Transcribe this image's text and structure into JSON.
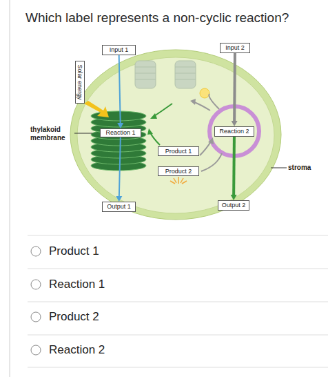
{
  "diagram": {
    "title": "Which label represents a non-cyclic reaction?",
    "nodes": [
      {
        "text": [
          "Input 1"
        ]
      },
      {
        "text": [
          "Input 2"
        ]
      },
      {
        "text": [
          "Reaction 1"
        ]
      },
      {
        "text": [
          "Reaction 2"
        ]
      },
      {
        "text": [
          "Product 1"
        ]
      },
      {
        "text": [
          "Product 2"
        ]
      },
      {
        "text": [
          "Output 1"
        ]
      },
      {
        "text": [
          "Output 2"
        ]
      }
    ],
    "edges": [
      {
        "from": 0,
        "to": 2,
        "arrow": "to"
      },
      {
        "from": 2,
        "to": 6,
        "arrow": "to"
      },
      {
        "from": 1,
        "to": 3,
        "arrow": "to"
      },
      {
        "from": 3,
        "to": 7,
        "arrow": "to"
      }
    ],
    "labels": [
      "Solar energy",
      "thylakoid membrane",
      "stroma",
      "Product 1",
      "Reaction 1",
      "Product 2",
      "Reaction 2"
    ]
  }
}
